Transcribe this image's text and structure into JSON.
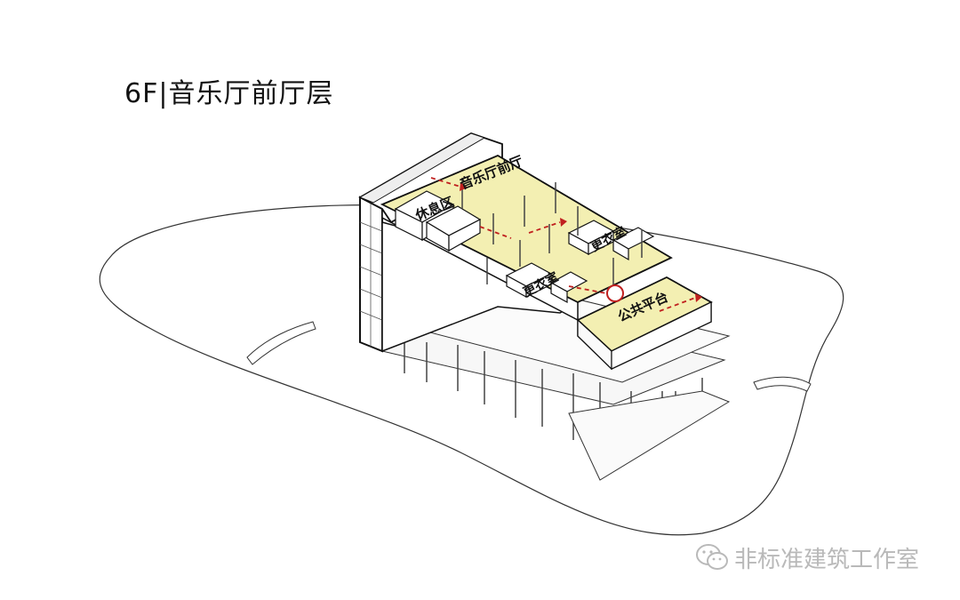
{
  "title": "6F|音乐厅前厅层",
  "labels": {
    "lobby": "音乐厅前厅",
    "rest_area": "休息区",
    "changing_room_1": "更衣室",
    "changing_room_2": "更衣室",
    "platform": "公共平台"
  },
  "watermark": "非标准建筑工作室",
  "colors": {
    "floor": "#f3efb2",
    "platform_floor": "#f3efb2",
    "route": "#c0201f",
    "line": "#222222",
    "watermark": "#b9b9b9"
  }
}
